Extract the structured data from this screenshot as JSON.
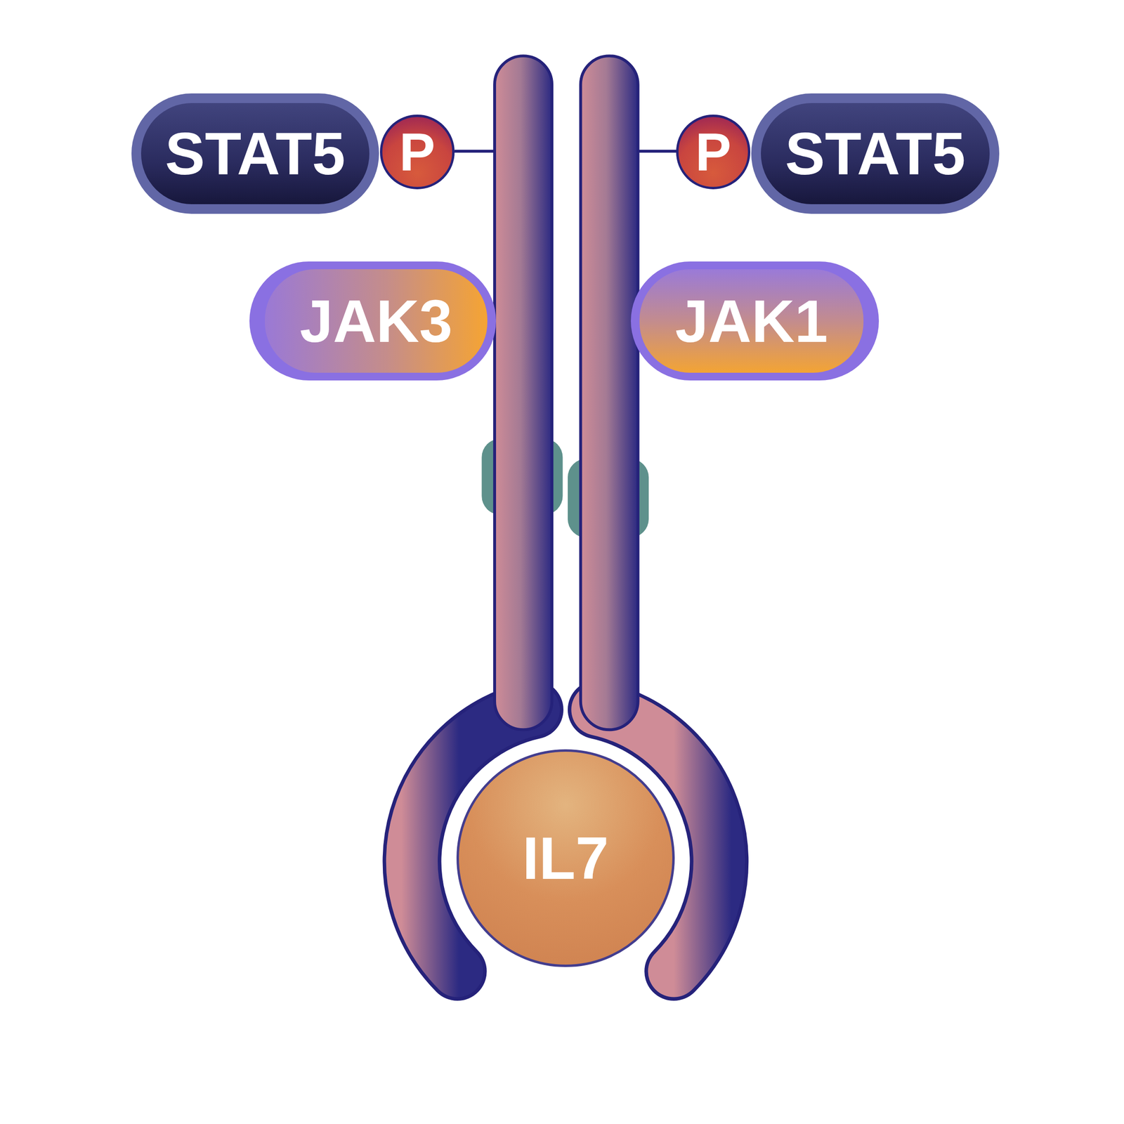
{
  "diagram": {
    "nodes": [
      {
        "text": [
          "STAT5"
        ]
      },
      {
        "text": [
          "P"
        ]
      },
      {
        "text": [
          "P"
        ]
      },
      {
        "text": [
          "STAT5"
        ]
      },
      {
        "text": [
          "JAK3"
        ]
      },
      {
        "text": [
          "JAK1"
        ]
      },
      {
        "text": [
          "IL7"
        ]
      }
    ]
  }
}
